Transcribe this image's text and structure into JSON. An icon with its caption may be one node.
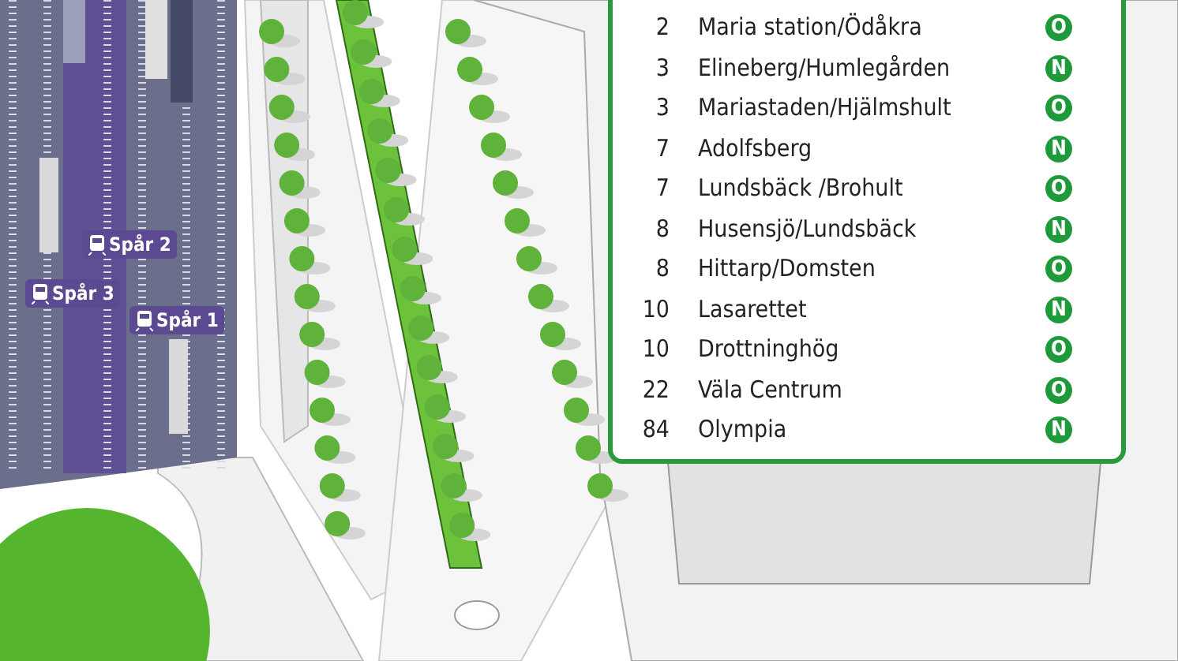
{
  "diagram": {
    "labels": [
      "Spår 2",
      "Spår 3",
      "Spår 1",
      "2",
      "Maria station/Ödåkra",
      "O",
      "3",
      "Elineberg/Humlegården",
      "N",
      "3",
      "Mariastaden/Hjälmshult",
      "O",
      "7",
      "Adolfsberg",
      "N",
      "7",
      "Lundsbäck /Brohult",
      "O",
      "8",
      "Husensjö/Lundsbäck",
      "N",
      "8",
      "Hittarp/Domsten",
      "O",
      "10",
      "Lasarettet",
      "N",
      "10",
      "Drottninghög",
      "O",
      "22",
      "Väla Centrum",
      "O",
      "84",
      "Olympia",
      "N"
    ]
  }
}
